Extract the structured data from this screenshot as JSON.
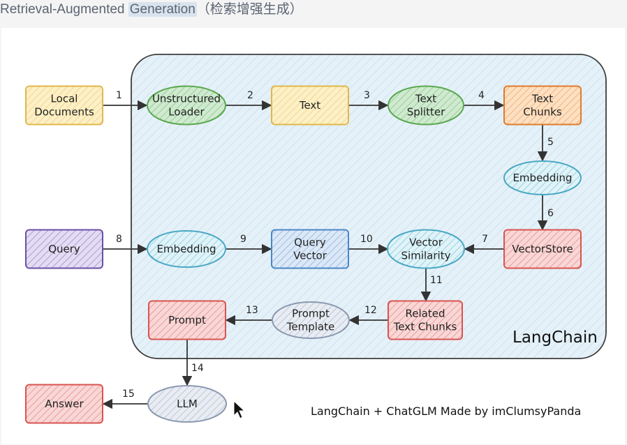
{
  "header": {
    "title_main": "Retrieval-Augmented ",
    "title_highlight": "Generation",
    "title_cn": "（检索增强生成）"
  },
  "colors": {
    "yellow_stroke": "#e0b84a",
    "yellow_fill": "#fdf0c6",
    "green_stroke": "#5aa84f",
    "green_fill": "#cfead0",
    "orange_stroke": "#e07b2a",
    "orange_fill": "#fde0c2",
    "blue_stroke": "#4a86c8",
    "blue_fill": "#dce8f7",
    "cyan_stroke": "#4aa8c4",
    "cyan_fill": "#dff3f8",
    "red_stroke": "#d9534f",
    "red_fill": "#f8d7d6",
    "purple_stroke": "#6a4fa8",
    "purple_fill": "#e3dcf3",
    "gray_stroke": "#8a99b0",
    "gray_fill": "#e8ecf3",
    "langchain_fill": "#e5f1f8"
  },
  "nodes": [
    {
      "id": "local-documents",
      "lines": [
        "Local",
        "Documents"
      ],
      "shape": "rect",
      "color": "yellow"
    },
    {
      "id": "unstructured-loader",
      "lines": [
        "Unstructured",
        "Loader"
      ],
      "shape": "ellipse",
      "color": "green"
    },
    {
      "id": "text",
      "lines": [
        "Text"
      ],
      "shape": "rect",
      "color": "yellow"
    },
    {
      "id": "text-splitter",
      "lines": [
        "Text",
        "Splitter"
      ],
      "shape": "ellipse",
      "color": "green"
    },
    {
      "id": "text-chunks",
      "lines": [
        "Text",
        "Chunks"
      ],
      "shape": "rect",
      "color": "orange"
    },
    {
      "id": "embedding-top",
      "lines": [
        "Embedding"
      ],
      "shape": "ellipse",
      "color": "cyan"
    },
    {
      "id": "vectorstore",
      "lines": [
        "VectorStore"
      ],
      "shape": "rect",
      "color": "red"
    },
    {
      "id": "query",
      "lines": [
        "Query"
      ],
      "shape": "rect",
      "color": "purple"
    },
    {
      "id": "embedding-mid",
      "lines": [
        "Embedding"
      ],
      "shape": "ellipse",
      "color": "cyan"
    },
    {
      "id": "query-vector",
      "lines": [
        "Query",
        "Vector"
      ],
      "shape": "rect",
      "color": "blue"
    },
    {
      "id": "vector-similarity",
      "lines": [
        "Vector",
        "Similarity"
      ],
      "shape": "ellipse",
      "color": "cyan"
    },
    {
      "id": "related-text-chunks",
      "lines": [
        "Related",
        "Text Chunks"
      ],
      "shape": "rect",
      "color": "red"
    },
    {
      "id": "prompt-template",
      "lines": [
        "Prompt",
        "Template"
      ],
      "shape": "ellipse",
      "color": "gray"
    },
    {
      "id": "prompt",
      "lines": [
        "Prompt"
      ],
      "shape": "rect",
      "color": "red"
    },
    {
      "id": "llm",
      "lines": [
        "LLM"
      ],
      "shape": "ellipse",
      "color": "gray"
    },
    {
      "id": "answer",
      "lines": [
        "Answer"
      ],
      "shape": "rect",
      "color": "red"
    }
  ],
  "edges": [
    {
      "from": "local-documents",
      "to": "unstructured-loader",
      "label": "1"
    },
    {
      "from": "unstructured-loader",
      "to": "text",
      "label": "2"
    },
    {
      "from": "text",
      "to": "text-splitter",
      "label": "3"
    },
    {
      "from": "text-splitter",
      "to": "text-chunks",
      "label": "4"
    },
    {
      "from": "text-chunks",
      "to": "embedding-top",
      "label": "5"
    },
    {
      "from": "embedding-top",
      "to": "vectorstore",
      "label": "6"
    },
    {
      "from": "vectorstore",
      "to": "vector-similarity",
      "label": "7"
    },
    {
      "from": "query",
      "to": "embedding-mid",
      "label": "8"
    },
    {
      "from": "embedding-mid",
      "to": "query-vector",
      "label": "9"
    },
    {
      "from": "query-vector",
      "to": "vector-similarity",
      "label": "10"
    },
    {
      "from": "vector-similarity",
      "to": "related-text-chunks",
      "label": "11"
    },
    {
      "from": "related-text-chunks",
      "to": "prompt-template",
      "label": "12"
    },
    {
      "from": "prompt-template",
      "to": "prompt",
      "label": "13"
    },
    {
      "from": "prompt",
      "to": "llm",
      "label": "14"
    },
    {
      "from": "llm",
      "to": "answer",
      "label": "15"
    }
  ],
  "container_label": "LangChain",
  "credit": "LangChain + ChatGLM Made by imClumsyPanda"
}
